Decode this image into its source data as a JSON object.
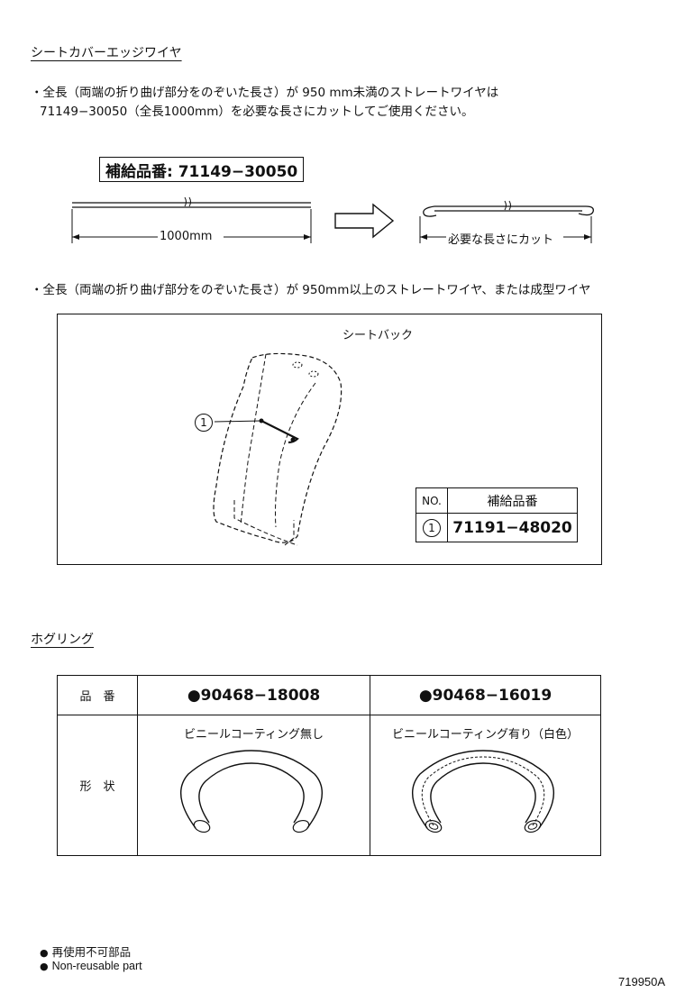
{
  "section1": {
    "heading": "シートカバーエッジワイヤ",
    "para_line1": "・全長（両端の折り曲げ部分をのぞいた長さ）が  950 mm未満のストレートワイヤは",
    "para_line2": "71149−30050（全長1000mm）を必要な長さにカットしてご使用ください。",
    "supply_label": "補給品番: 71149−30050",
    "length_label": "1000mm",
    "cut_label": "必要な長さにカット",
    "para2": "・全長（両端の折り曲げ部分をのぞいた長さ）が 950mm以上のストレートワイヤ、または成型ワイヤ"
  },
  "seat_diagram": {
    "title": "シートバック",
    "callout": "1",
    "table": {
      "headers": [
        "NO.",
        "補給品番"
      ],
      "rows": [
        [
          "1",
          "71191−48020"
        ]
      ]
    }
  },
  "section2": {
    "heading": "ホグリング",
    "row_label_part": "品　番",
    "row_label_shape": "形　状",
    "parts": [
      {
        "number": "●90468−18008",
        "desc": "ビニールコーティング無し"
      },
      {
        "number": "●90468−16019",
        "desc": "ビニールコーティング有り（白色）"
      }
    ]
  },
  "legend": {
    "item1": "再使用不可部品",
    "item2": "Non-reusable part"
  },
  "figure_id": "719950A"
}
